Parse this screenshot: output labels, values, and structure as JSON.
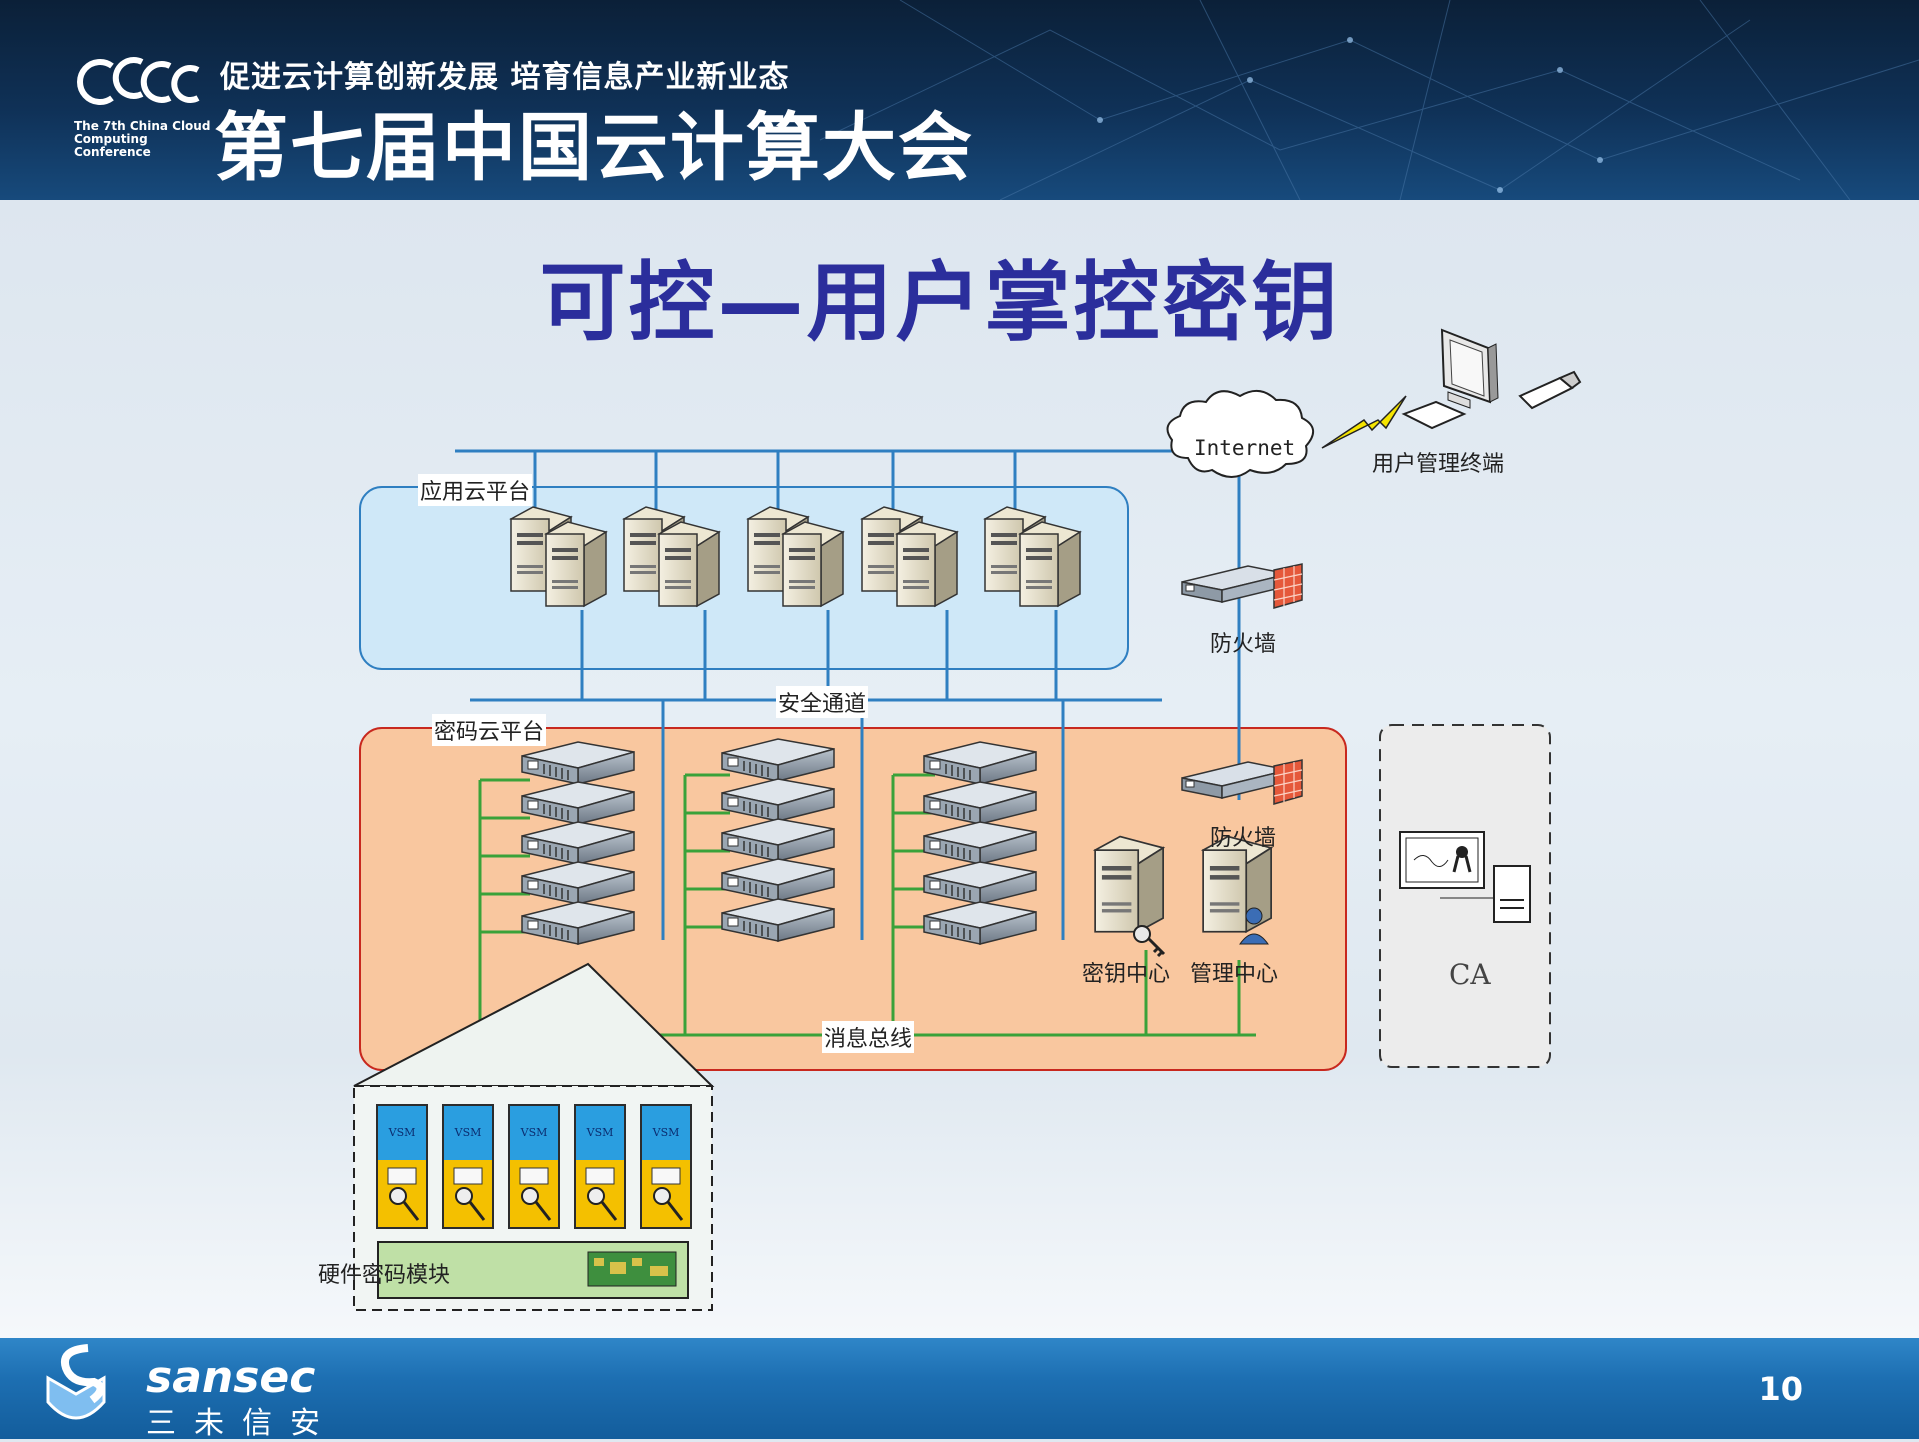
{
  "header": {
    "tagline": "促进云计算创新发展 培育信息产业新业态",
    "conference_title": "第七届中国云计算大会",
    "english_name": "The 7th China Cloud Computing Conference",
    "logo_text": "CCCC"
  },
  "slide": {
    "title": "可控—用户掌控密钥"
  },
  "diagram": {
    "app_cloud_label": "应用云平台",
    "crypto_cloud_label": "密码云平台",
    "secure_channel_label": "安全通道",
    "message_bus_label": "消息总线",
    "internet_label": "Internet",
    "user_terminal_label": "用户管理终端",
    "firewall_top_label": "防火墙",
    "firewall_bottom_label": "防火墙",
    "key_center_label": "密钥中心",
    "mgmt_center_label": "管理中心",
    "ca_label": "CA",
    "hsm_label": "硬件密码模块",
    "vsm_labels": [
      "VSM",
      "VSM",
      "VSM",
      "VSM",
      "VSM"
    ],
    "colors": {
      "app_cloud_fill": "#cfe8f8",
      "crypto_cloud_fill": "#f9c79f",
      "network_line": "#2f7fc1",
      "bus_line": "#3aa23a",
      "title": "#2b2e9c"
    }
  },
  "footer": {
    "brand": "sansec",
    "brand_cn": "三未信安",
    "page_number": "10"
  }
}
